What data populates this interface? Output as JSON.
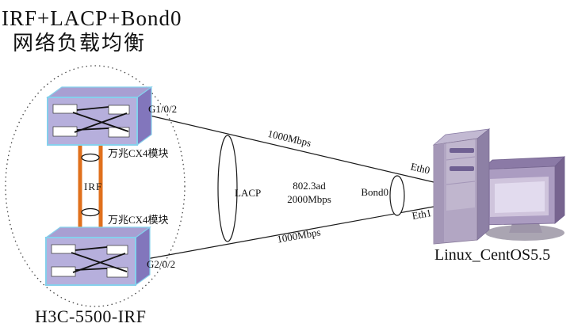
{
  "title": {
    "line1": "IRF+LACP+Bond0",
    "line2": "网络负载均衡"
  },
  "irf_group": {
    "label": "H3C-5500-IRF",
    "switch1_port": "G1/0/2",
    "switch2_port": "G2/0/2",
    "irf_link_label": "IRF",
    "cx4_module_top": "万兆CX4模块",
    "cx4_module_bottom": "万兆CX4模块"
  },
  "aggregation": {
    "lacp_label": "LACP",
    "bond_label": "Bond0",
    "protocol": "802.3ad",
    "total_bandwidth": "2000Mbps",
    "link1_speed": "1000Mbps",
    "link2_speed": "1000Mbps"
  },
  "server": {
    "label": "Linux_CentOS5.5",
    "nic1": "Eth0",
    "nic2": "Eth1"
  },
  "colors": {
    "switch_front": "#b6afdc",
    "switch_top": "#a89fd2",
    "switch_side": "#8276bc",
    "switch_border": "#85d0ec",
    "irf_cable_orange": "#e0701c",
    "line_black": "#1a1a1a",
    "tower_front": "#b2a6c3",
    "monitor_screen": "#ddd4e9"
  }
}
